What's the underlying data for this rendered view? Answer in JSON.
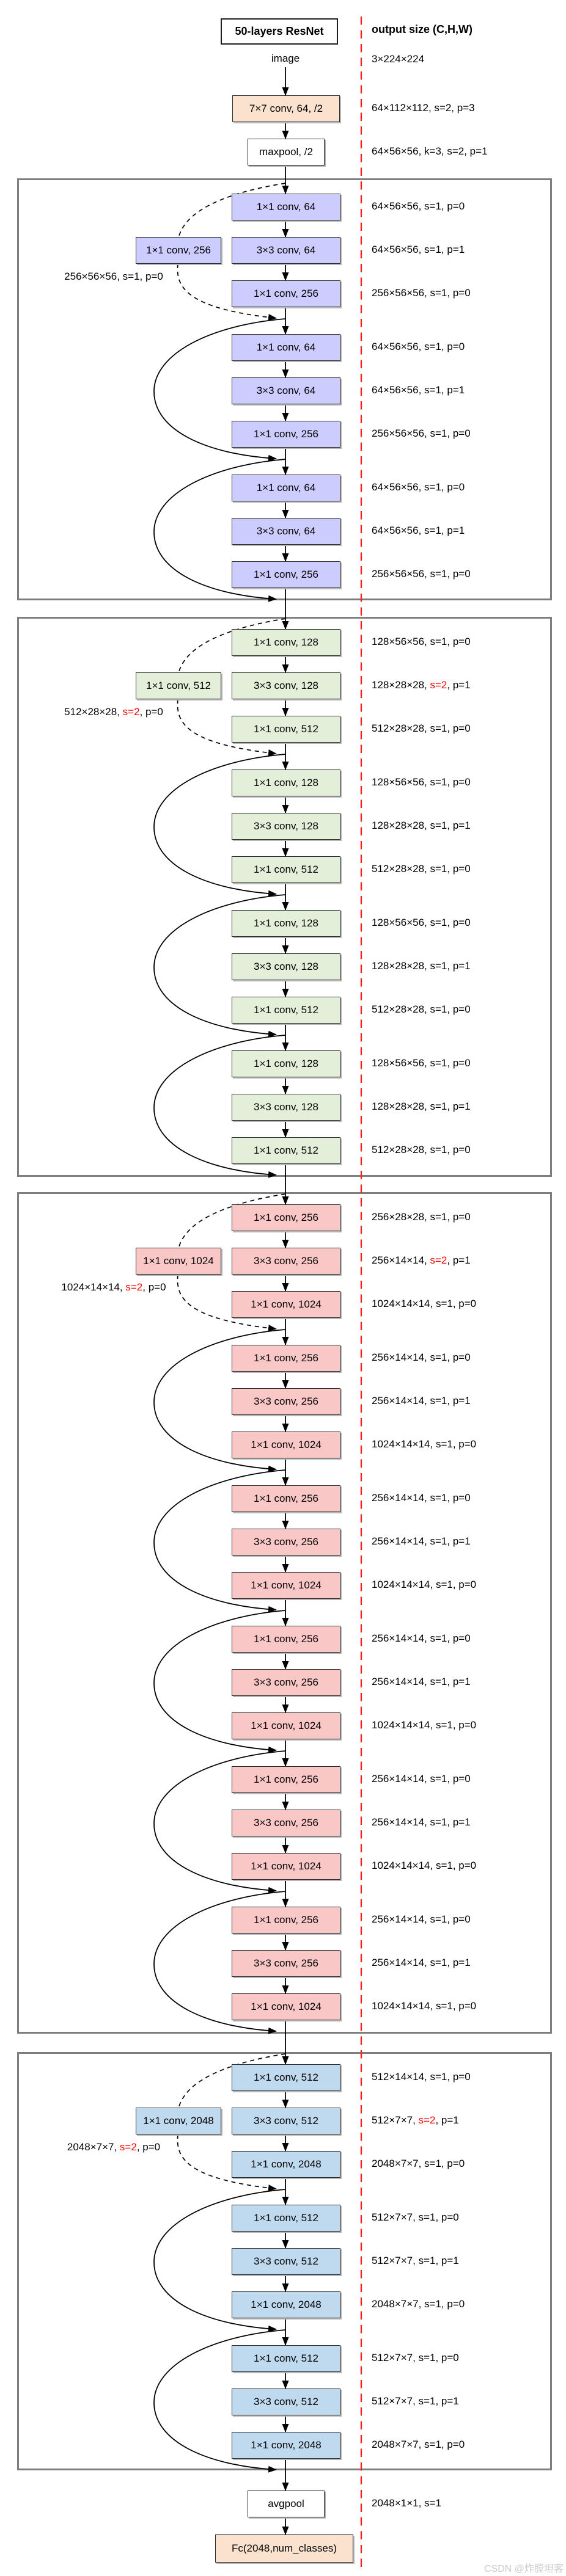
{
  "title": "50-layers ResNet",
  "output_header": "output size (C,H,W)",
  "input": {
    "label": "image",
    "size": "3×224×224"
  },
  "stem": {
    "conv": {
      "label": "7×7 conv, 64, /2",
      "out": "64×112×112, s=2, p=3"
    },
    "pool": {
      "label": "maxpool, /2",
      "out": "64×56×56, k=3, s=2, p=1"
    }
  },
  "stages": [
    {
      "name": "stage-1-conv2x",
      "fill": "#ccccfe",
      "side": {
        "label": "1×1 conv, 256",
        "note": "256×56×56, s=1, p=0",
        "note_red": null
      },
      "blocks": [
        {
          "rows": [
            {
              "box": "1×1 conv, 64",
              "out": "64×56×56, s=1, p=0",
              "red": null
            },
            {
              "box": "3×3 conv, 64",
              "out": "64×56×56, s=1, p=1",
              "red": null
            },
            {
              "box": "1×1 conv, 256",
              "out": "256×56×56, s=1, p=0",
              "red": null
            }
          ]
        },
        {
          "rows": [
            {
              "box": "1×1 conv, 64",
              "out": "64×56×56, s=1, p=0",
              "red": null
            },
            {
              "box": "3×3 conv, 64",
              "out": "64×56×56, s=1, p=1",
              "red": null
            },
            {
              "box": "1×1 conv, 256",
              "out": "256×56×56, s=1, p=0",
              "red": null
            }
          ]
        },
        {
          "rows": [
            {
              "box": "1×1 conv, 64",
              "out": "64×56×56, s=1, p=0",
              "red": null
            },
            {
              "box": "3×3 conv, 64",
              "out": "64×56×56, s=1, p=1",
              "red": null
            },
            {
              "box": "1×1 conv, 256",
              "out": "256×56×56, s=1, p=0",
              "red": null
            }
          ]
        }
      ]
    },
    {
      "name": "stage-2-conv3x",
      "fill": "#e3efd9",
      "side": {
        "label": "1×1 conv, 512",
        "note": "512×28×28, s=2, p=0",
        "note_red": "s=2"
      },
      "blocks": [
        {
          "rows": [
            {
              "box": "1×1 conv, 128",
              "out": "128×56×56, s=1, p=0",
              "red": null
            },
            {
              "box": "3×3 conv, 128",
              "out": "128×28×28, s=2, p=1",
              "red": "s=2"
            },
            {
              "box": "1×1 conv, 512",
              "out": "512×28×28, s=1, p=0",
              "red": null
            }
          ]
        },
        {
          "rows": [
            {
              "box": "1×1 conv, 128",
              "out": "128×56×56, s=1, p=0",
              "red": null
            },
            {
              "box": "3×3 conv, 128",
              "out": "128×28×28, s=1, p=1",
              "red": null
            },
            {
              "box": "1×1 conv, 512",
              "out": "512×28×28, s=1, p=0",
              "red": null
            }
          ]
        },
        {
          "rows": [
            {
              "box": "1×1 conv, 128",
              "out": "128×56×56, s=1, p=0",
              "red": null
            },
            {
              "box": "3×3 conv, 128",
              "out": "128×28×28, s=1, p=1",
              "red": null
            },
            {
              "box": "1×1 conv, 512",
              "out": "512×28×28, s=1, p=0",
              "red": null
            }
          ]
        },
        {
          "rows": [
            {
              "box": "1×1 conv, 128",
              "out": "128×56×56, s=1, p=0",
              "red": null
            },
            {
              "box": "3×3 conv, 128",
              "out": "128×28×28, s=1, p=1",
              "red": null
            },
            {
              "box": "1×1 conv, 512",
              "out": "512×28×28, s=1, p=0",
              "red": null
            }
          ]
        }
      ]
    },
    {
      "name": "stage-3-conv4x",
      "fill": "#fac7c7",
      "side": {
        "label": "1×1 conv, 1024",
        "note": "1024×14×14, s=2, p=0",
        "note_red": "s=2"
      },
      "blocks": [
        {
          "rows": [
            {
              "box": "1×1 conv, 256",
              "out": "256×28×28, s=1, p=0",
              "red": null
            },
            {
              "box": "3×3 conv, 256",
              "out": "256×14×14, s=2, p=1",
              "red": "s=2"
            },
            {
              "box": "1×1 conv, 1024",
              "out": "1024×14×14, s=1, p=0",
              "red": null
            }
          ]
        },
        {
          "rows": [
            {
              "box": "1×1 conv, 256",
              "out": "256×14×14, s=1, p=0",
              "red": null
            },
            {
              "box": "3×3 conv, 256",
              "out": "256×14×14, s=1, p=1",
              "red": null
            },
            {
              "box": "1×1 conv, 1024",
              "out": "1024×14×14, s=1, p=0",
              "red": null
            }
          ]
        },
        {
          "rows": [
            {
              "box": "1×1 conv, 256",
              "out": "256×14×14, s=1, p=0",
              "red": null
            },
            {
              "box": "3×3 conv, 256",
              "out": "256×14×14, s=1, p=1",
              "red": null
            },
            {
              "box": "1×1 conv, 1024",
              "out": "1024×14×14, s=1, p=0",
              "red": null
            }
          ]
        },
        {
          "rows": [
            {
              "box": "1×1 conv, 256",
              "out": "256×14×14, s=1, p=0",
              "red": null
            },
            {
              "box": "3×3 conv, 256",
              "out": "256×14×14, s=1, p=1",
              "red": null
            },
            {
              "box": "1×1 conv, 1024",
              "out": "1024×14×14, s=1, p=0",
              "red": null
            }
          ]
        },
        {
          "rows": [
            {
              "box": "1×1 conv, 256",
              "out": "256×14×14, s=1, p=0",
              "red": null
            },
            {
              "box": "3×3 conv, 256",
              "out": "256×14×14, s=1, p=1",
              "red": null
            },
            {
              "box": "1×1 conv, 1024",
              "out": "1024×14×14, s=1, p=0",
              "red": null
            }
          ]
        },
        {
          "rows": [
            {
              "box": "1×1 conv, 256",
              "out": "256×14×14, s=1, p=0",
              "red": null
            },
            {
              "box": "3×3 conv, 256",
              "out": "256×14×14, s=1, p=1",
              "red": null
            },
            {
              "box": "1×1 conv, 1024",
              "out": "1024×14×14, s=1, p=0",
              "red": null
            }
          ]
        }
      ]
    },
    {
      "name": "stage-4-conv5x",
      "fill": "#bfd9ee",
      "side": {
        "label": "1×1 conv, 2048",
        "note": "2048×7×7, s=2, p=0",
        "note_red": "s=2"
      },
      "blocks": [
        {
          "rows": [
            {
              "box": "1×1 conv, 512",
              "out": "512×14×14, s=1, p=0",
              "red": null
            },
            {
              "box": "3×3 conv, 512",
              "out": "512×7×7, s=2, p=1",
              "red": "s=2"
            },
            {
              "box": "1×1 conv, 2048",
              "out": "2048×7×7, s=1, p=0",
              "red": null
            }
          ]
        },
        {
          "rows": [
            {
              "box": "1×1 conv, 512",
              "out": "512×7×7, s=1, p=0",
              "red": null
            },
            {
              "box": "3×3 conv, 512",
              "out": "512×7×7, s=1, p=1",
              "red": null
            },
            {
              "box": "1×1 conv, 2048",
              "out": "2048×7×7, s=1, p=0",
              "red": null
            }
          ]
        },
        {
          "rows": [
            {
              "box": "1×1 conv, 512",
              "out": "512×7×7, s=1, p=0",
              "red": null
            },
            {
              "box": "3×3 conv, 512",
              "out": "512×7×7, s=1, p=1",
              "red": null
            },
            {
              "box": "1×1 conv, 2048",
              "out": "2048×7×7, s=1, p=0",
              "red": null
            }
          ]
        }
      ]
    }
  ],
  "tail": {
    "pool": {
      "label": "avgpool",
      "out": "2048×1×1, s=1"
    },
    "fc": {
      "label": "Fc(2048,num_classes)"
    }
  },
  "watermark": "CSDN @炸膛坦客",
  "colors": {
    "stem_fill": "#fbe2ce",
    "stage_border": "#7e7e7e",
    "red_text": "#ff0000",
    "divider_red": "#fd1d1d",
    "box_border": "#2b2b2b"
  }
}
